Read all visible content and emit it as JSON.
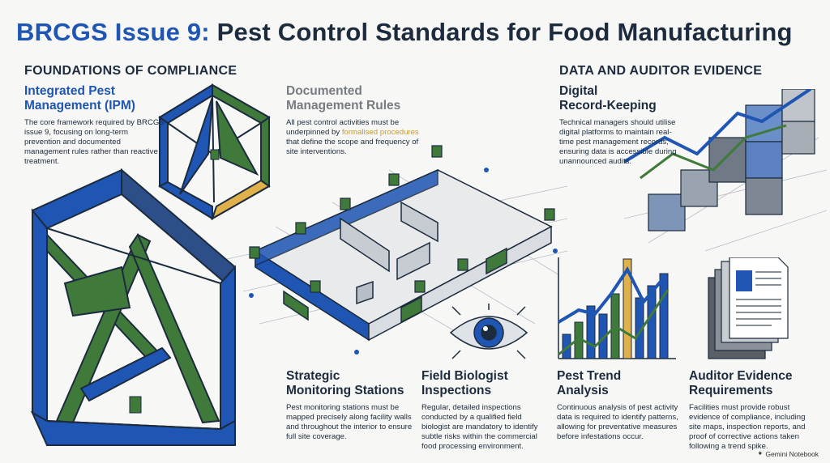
{
  "header": {
    "title_prefix": "BRCGS Issue 9:",
    "title_rest": "Pest Control Standards for Food Manufacturing"
  },
  "sections": {
    "foundations": "FOUNDATIONS OF COMPLIANCE",
    "data": "DATA AND AUDITOR EVIDENCE"
  },
  "ipm": {
    "heading_l1": "Integrated Pest",
    "heading_l2": "Management (IPM)",
    "body": "The core framework required by BRCGS issue 9, focusing on long-term prevention and documented management rules rather than reactive treatment."
  },
  "rules": {
    "heading_l1": "Documented",
    "heading_l2": "Management Rules",
    "body_1": "All pest control activities must be underpinned by ",
    "body_highlight": "formalised procedures",
    "body_2": " that define the scope and frequency of site interventions."
  },
  "records": {
    "heading_l1": "Digital",
    "heading_l2": "Record-Keeping",
    "body": "Technical managers should utilise digital platforms to maintain real-time pest management records, ensuring data is accessible during unannounced audits."
  },
  "stations": {
    "heading_l1": "Strategic",
    "heading_l2": "Monitoring Stations",
    "body": "Pest monitoring stations must be mapped precisely along facility walls and throughout the interior to ensure full site coverage."
  },
  "inspections": {
    "heading_l1": "Field Biologist",
    "heading_l2": "Inspections",
    "body": "Regular, detailed inspections conducted by a qualified field biologist are mandatory to identify subtle risks within the commercial food processing environment."
  },
  "trend": {
    "heading_l1": "Pest Trend",
    "heading_l2": "Analysis",
    "body": "Continuous analysis of pest activity data is required to identify patterns, allowing for preventative measures before infestations occur."
  },
  "evidence": {
    "heading_l1": "Auditor Evidence",
    "heading_l2": "Requirements",
    "body": "Facilities must provide robust evidence of compliance, including site maps, inspection reports, and proof of corrective actions taken following a trend spike."
  },
  "footer": {
    "brand": "Gemini Notebook"
  },
  "colors": {
    "blue": "#1f55b3",
    "green": "#3f7a3a",
    "gold": "#e0b04a",
    "dark": "#1c2b3d",
    "grey": "#8a9099"
  }
}
